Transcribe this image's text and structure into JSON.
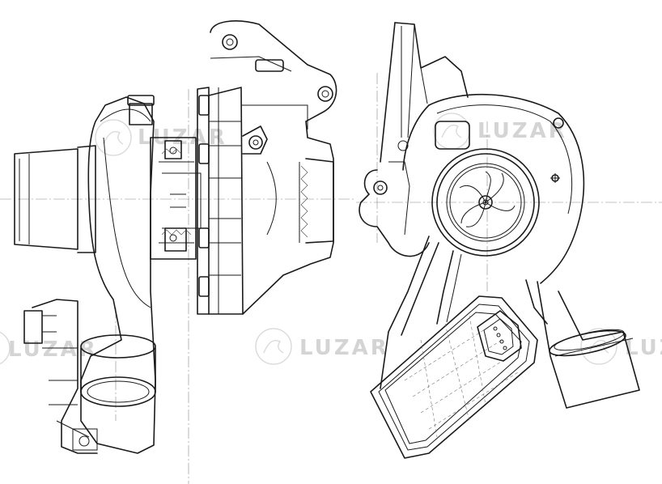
{
  "drawing": {
    "subject": "turbocharger",
    "views": [
      "side-view",
      "front-view"
    ]
  },
  "watermark": {
    "brand": "LUZAR",
    "color": "#d4d4d4"
  },
  "colors": {
    "line": "#1a1a1a",
    "background": "#ffffff"
  }
}
